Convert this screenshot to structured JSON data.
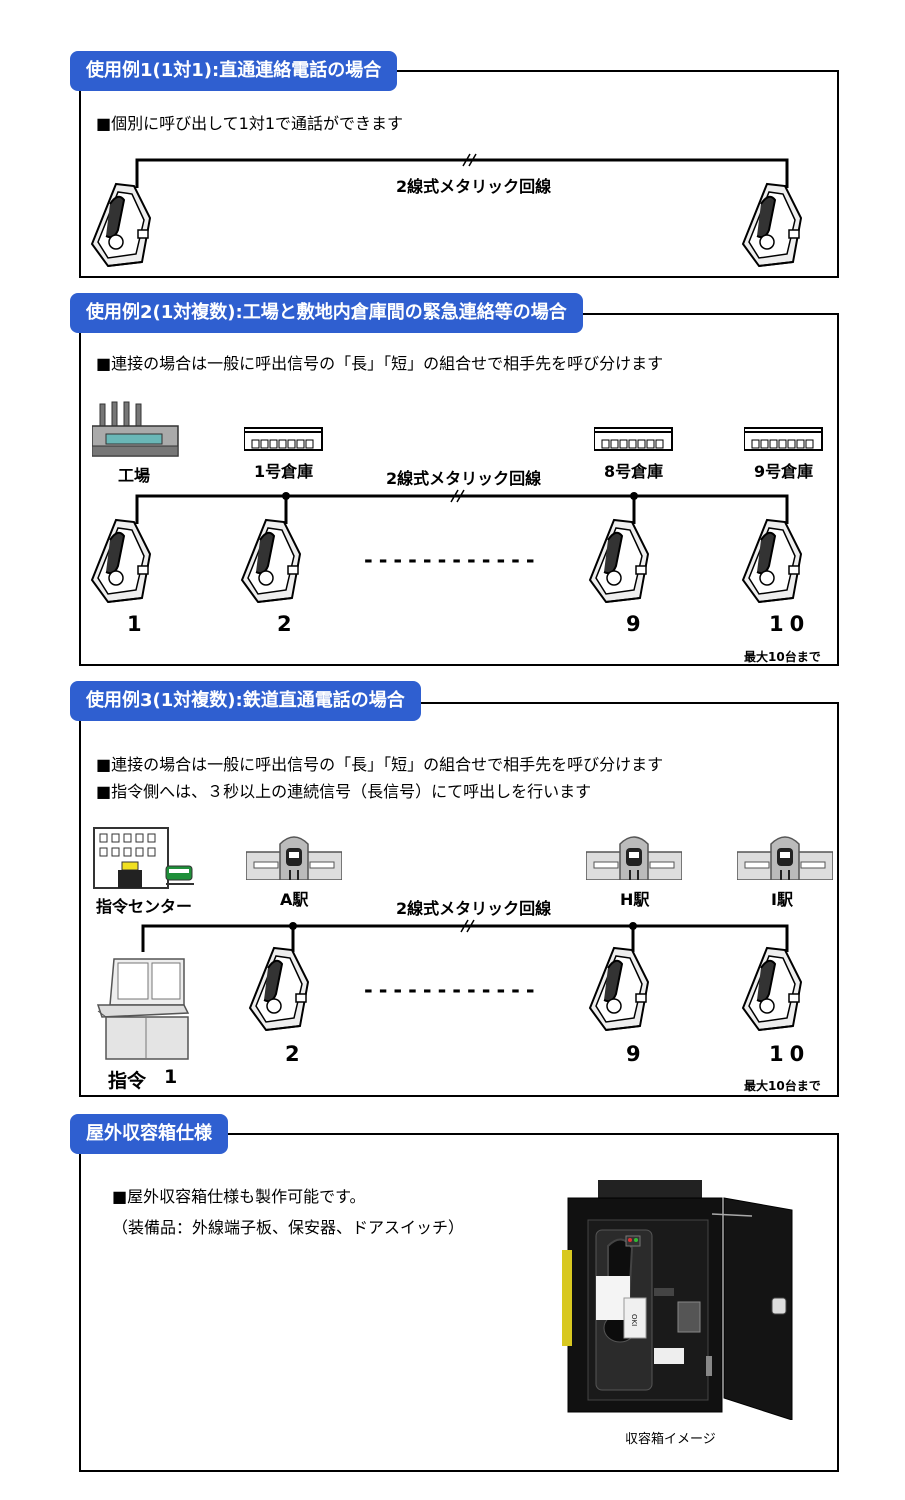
{
  "case1": {
    "title": "使用例1(1対1):直通連絡電話の場合",
    "note": "■個別に呼び出して1対1で通話ができます",
    "line_label": "2線式メタリック回線"
  },
  "case2": {
    "title": "使用例2(1対複数):工場と敷地内倉庫間の緊急連絡等の場合",
    "note": "■連接の場合は一般に呼出信号の「長」「短」の組合せで相手先を呼び分けます",
    "line_label": "2線式メタリック回線",
    "places": [
      "工場",
      "1号倉庫",
      "8号倉庫",
      "9号倉庫"
    ],
    "numbers": [
      "1",
      "2",
      "9",
      "10"
    ],
    "dashes": "------------",
    "max_note": "最大10台まで"
  },
  "case3": {
    "title": "使用例3(1対複数):鉄道直通電話の場合",
    "notes": [
      "■連接の場合は一般に呼出信号の「長」「短」の組合せで相手先を呼び分けます",
      "■指令側へは、３秒以上の連続信号（長信号）にて呼出しを行います"
    ],
    "line_label": "2線式メタリック回線",
    "places": [
      "指令センター",
      "A駅",
      "H駅",
      "I駅"
    ],
    "dispatch_label": "指令",
    "numbers": [
      "1",
      "2",
      "9",
      "10"
    ],
    "dashes": "------------",
    "max_note": "最大10台まで"
  },
  "outdoor": {
    "title": "屋外収容箱仕様",
    "notes": [
      "■屋外収容箱仕様も製作可能です。",
      "（装備品：外線端子板、保安器、ドアスイッチ）"
    ],
    "caption": "収容箱イメージ",
    "logo_text": "OKI"
  },
  "colors": {
    "tab": "#2f5fd0"
  }
}
